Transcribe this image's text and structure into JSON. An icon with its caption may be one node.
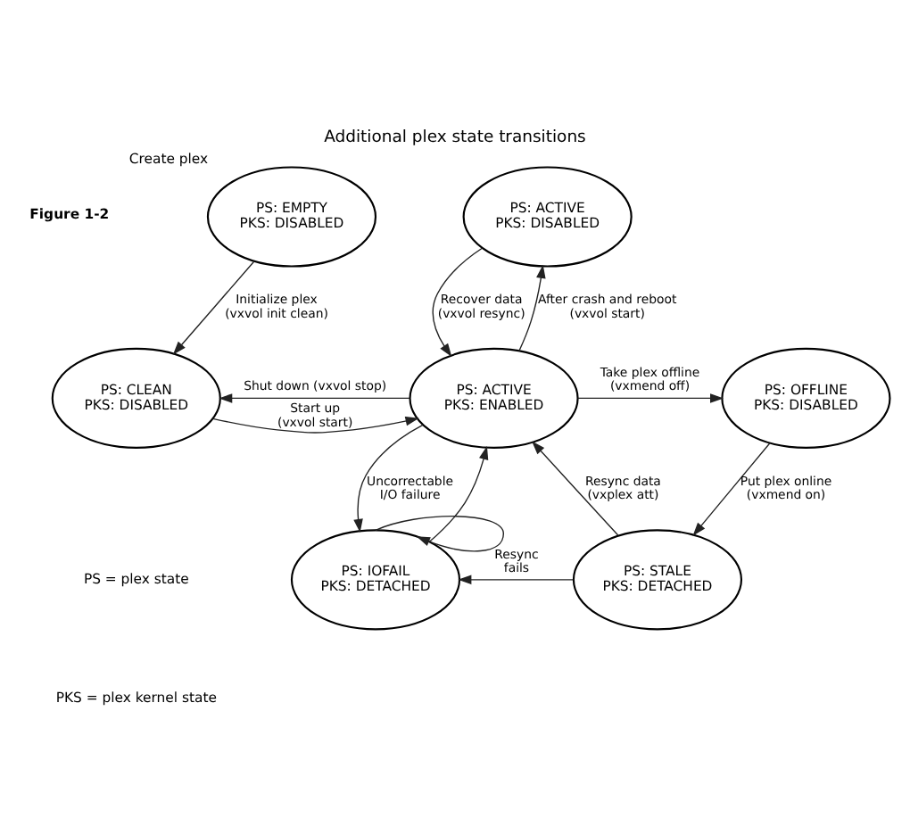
{
  "diagram": {
    "title": "Additional plex state transitions",
    "nodes": [
      {
        "text": [
          "PS: EMPTY",
          "PKS: DISABLED"
        ],
        "beside": [
          "Create plex"
        ]
      },
      {
        "text": [
          "PS: ACTIVE",
          "PKS: DISABLED"
        ]
      },
      {
        "text": [
          "PS: CLEAN",
          "PKS: DISABLED"
        ]
      },
      {
        "text": [
          "PS: ACTIVE",
          "PKS: ENABLED"
        ]
      },
      {
        "text": [
          "PS: OFFLINE",
          "PKS: DISABLED"
        ]
      },
      {
        "text": [
          "PS: IOFAIL",
          "PKS: DETACHED"
        ]
      },
      {
        "text": [
          "PS: STALE",
          "PKS: DETACHED"
        ]
      }
    ],
    "edges": [
      {
        "from": 0,
        "to": 2,
        "arrow": "to",
        "label": "Initialize plex (vxvol init clean)"
      },
      {
        "from": 2,
        "to": 3,
        "arrow": "to",
        "label": "Start up (vxvol start)"
      },
      {
        "from": 3,
        "to": 2,
        "arrow": "to",
        "label": "Shut down (vxvol stop)"
      },
      {
        "from": 1,
        "to": 3,
        "arrow": "to",
        "label": "Recover data (vxvol resync)"
      },
      {
        "from": 3,
        "to": 1,
        "arrow": "to",
        "label": "After crash and reboot (vxvol start)"
      },
      {
        "from": 3,
        "to": 4,
        "arrow": "to",
        "label": "Take plex offline (vxmend off)"
      },
      {
        "from": 4,
        "to": 6,
        "arrow": "to",
        "label": "Put plex online (vxmend on)"
      },
      {
        "from": 6,
        "to": 3,
        "arrow": "to",
        "label": "Resync data (vxplex att)"
      },
      {
        "from": 5,
        "to": 3,
        "arrow": "to"
      },
      {
        "from": 3,
        "to": 5,
        "arrow": "to",
        "label": "Uncorrectable I/O failure"
      },
      {
        "from": 6,
        "to": 5,
        "arrow": "to",
        "label": "Resync fails"
      },
      {
        "from": 5,
        "to": 5,
        "arrow": "to"
      }
    ],
    "labels": [
      "Figure 1-2",
      "PS = plex state",
      "PKS = plex kernel state"
    ]
  }
}
